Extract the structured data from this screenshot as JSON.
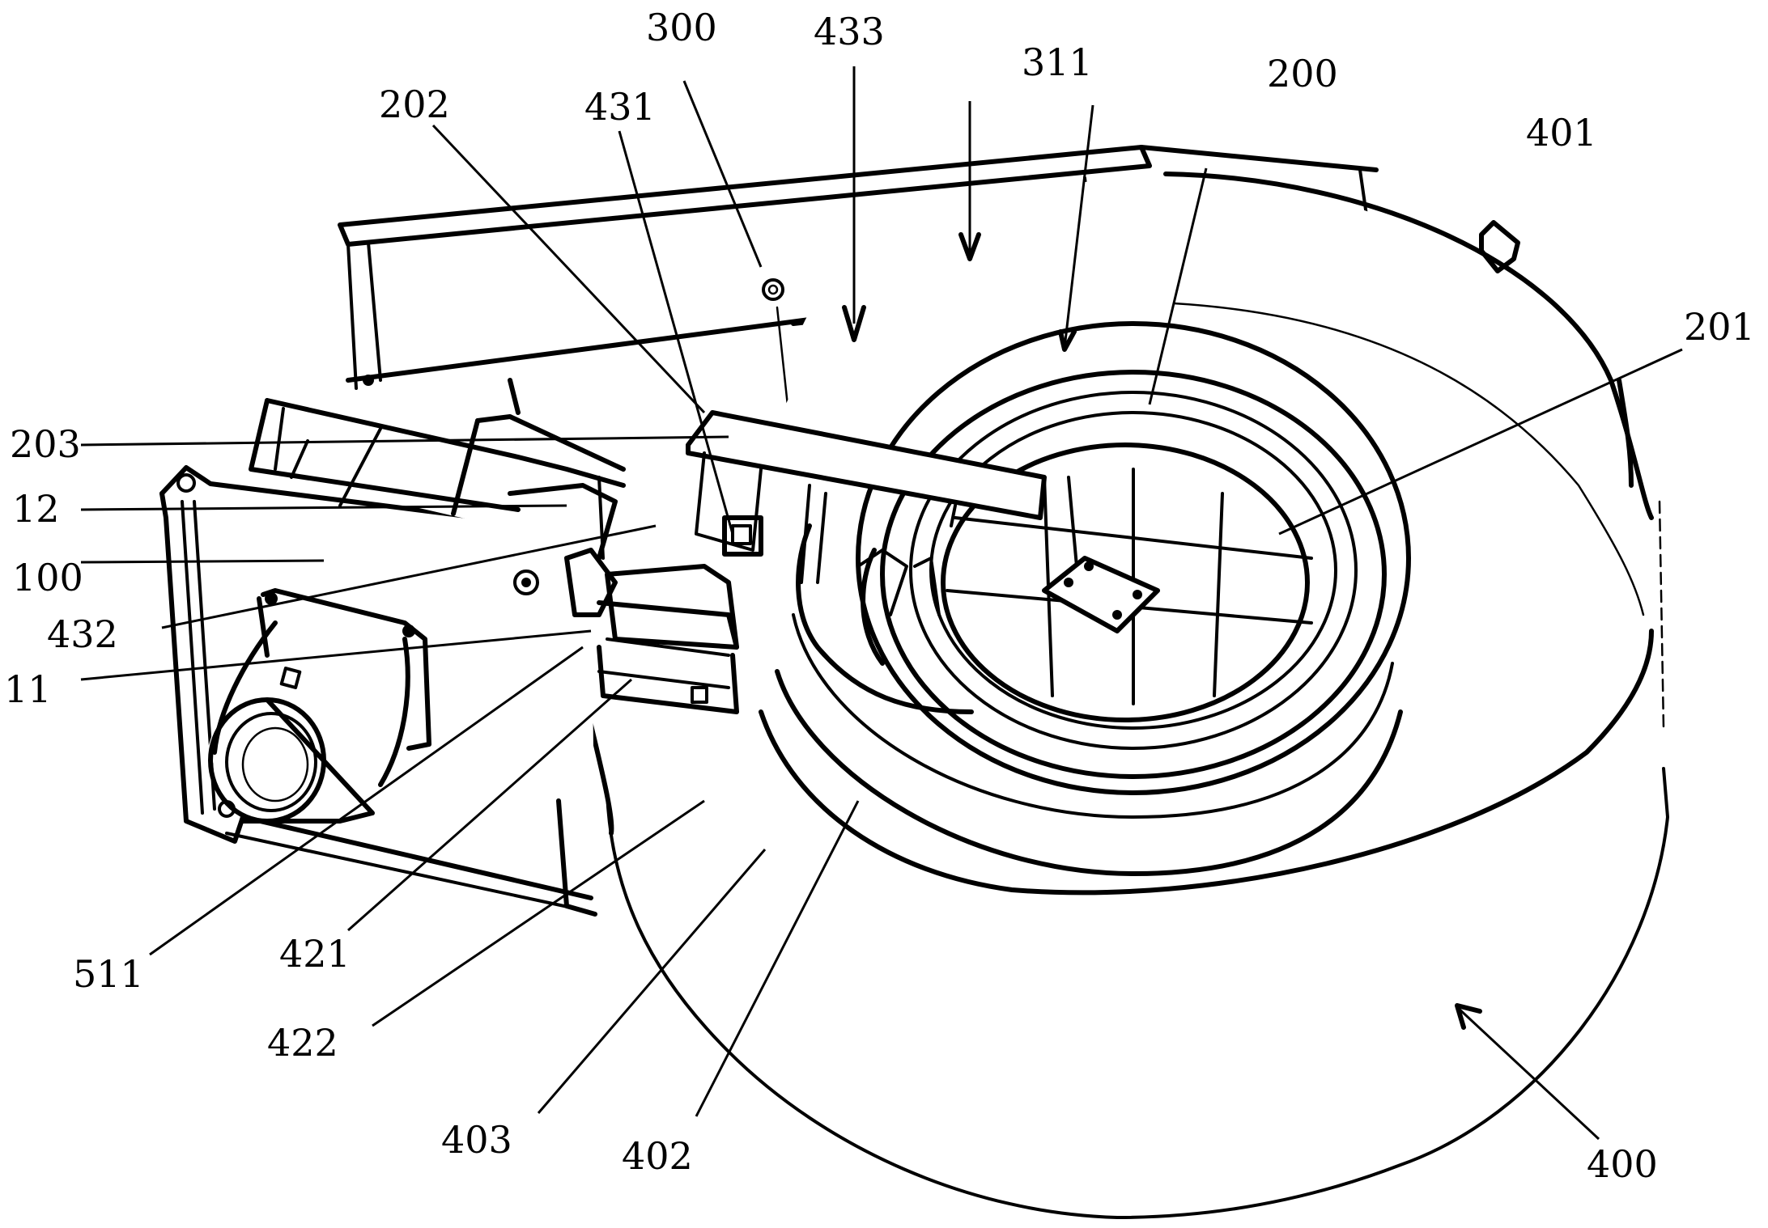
{
  "figure": {
    "type": "patent perspective drawing",
    "subject": "air duct / blower assembly with volute housing, motor and mounting bracket"
  },
  "labels": [
    {
      "id": "l300",
      "text": "300"
    },
    {
      "id": "l433",
      "text": "433"
    },
    {
      "id": "l202",
      "text": "202"
    },
    {
      "id": "l431",
      "text": "431"
    },
    {
      "id": "l311",
      "text": "311"
    },
    {
      "id": "l200",
      "text": "200"
    },
    {
      "id": "l401",
      "text": "401"
    },
    {
      "id": "l201",
      "text": "201"
    },
    {
      "id": "l203",
      "text": "203"
    },
    {
      "id": "l12",
      "text": "12"
    },
    {
      "id": "l100",
      "text": "100"
    },
    {
      "id": "l432",
      "text": "432"
    },
    {
      "id": "l11",
      "text": "11"
    },
    {
      "id": "l511",
      "text": "511"
    },
    {
      "id": "l421",
      "text": "421"
    },
    {
      "id": "l422",
      "text": "422"
    },
    {
      "id": "l403",
      "text": "403"
    },
    {
      "id": "l402",
      "text": "402"
    },
    {
      "id": "l400",
      "text": "400"
    }
  ]
}
